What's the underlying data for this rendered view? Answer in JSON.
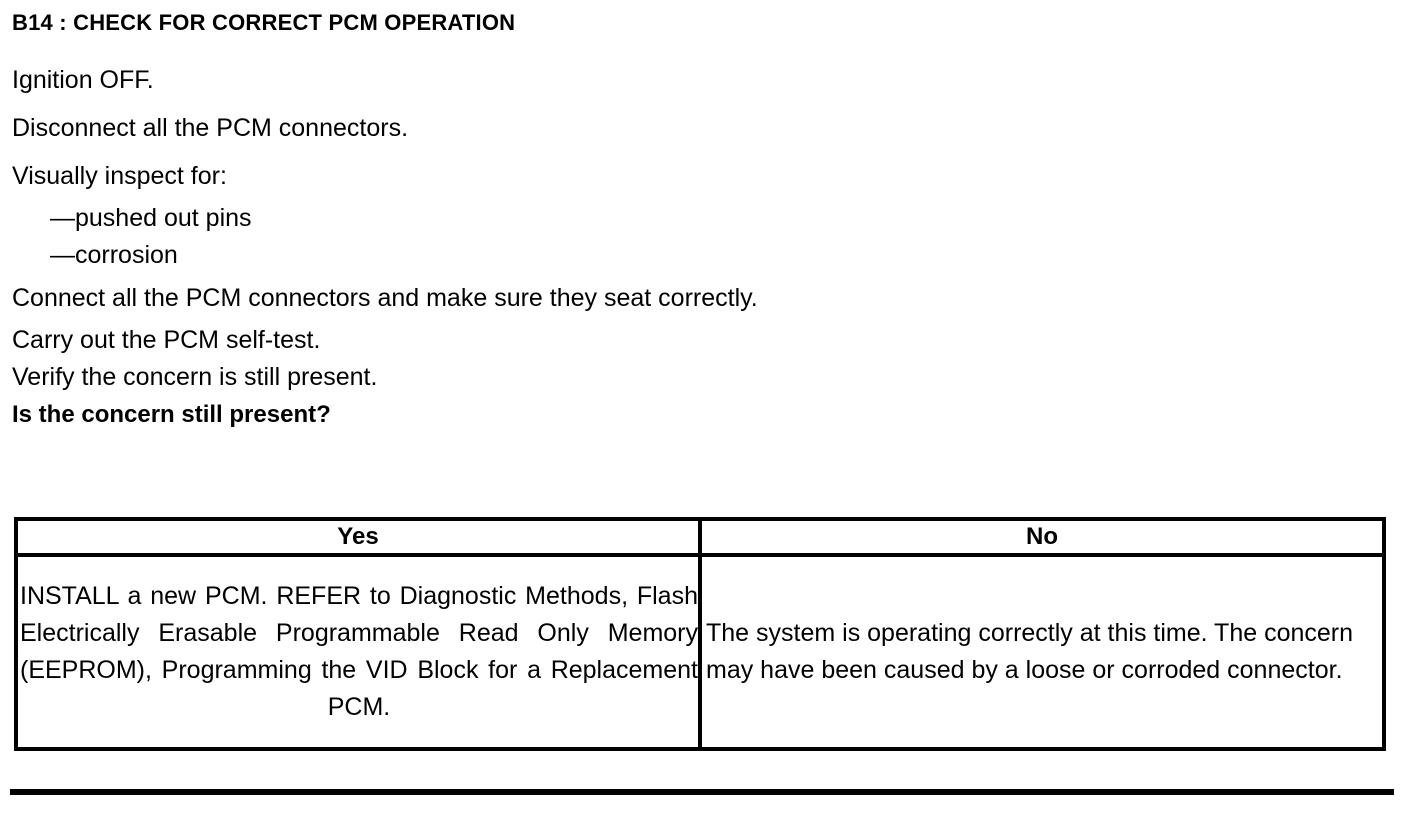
{
  "document": {
    "step_title": "B14 : CHECK FOR CORRECT PCM OPERATION",
    "instructions": [
      "Ignition OFF.",
      "Disconnect all the PCM connectors.",
      "Visually inspect for:",
      "—pushed out pins",
      "—corrosion",
      "Connect all the PCM connectors and make sure they seat correctly.",
      "Carry out the PCM self-test.",
      "Verify the concern is still present."
    ],
    "question": "Is the concern still present?",
    "decision_table": {
      "headers": [
        "Yes",
        "No"
      ],
      "answers": [
        "INSTALL a new PCM. REFER to Diagnostic Methods, Flash Electrically Erasable Programmable Read Only Memory (EEPROM), Programming the VID Block for a Replacement PCM.",
        "The system is operating correctly at this time. The concern may have been caused by a loose or corroded connector."
      ]
    },
    "colors": {
      "text": "#000000",
      "background": "#ffffff",
      "rule": "#000000"
    }
  }
}
